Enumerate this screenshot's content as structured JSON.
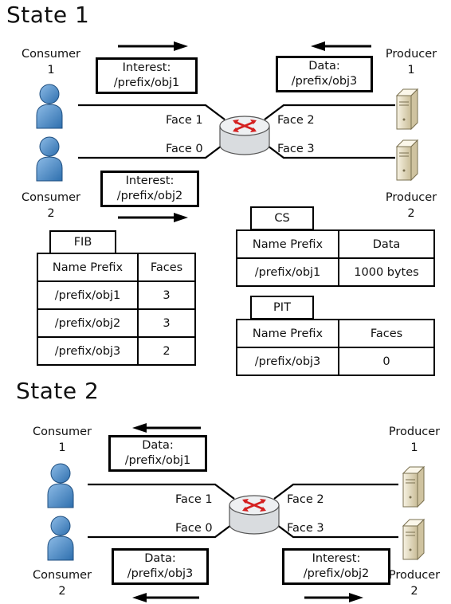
{
  "state1": {
    "title": "State 1",
    "consumer1": {
      "line1": "Consumer",
      "line2": "1"
    },
    "consumer2": {
      "line1": "Consumer",
      "line2": "2"
    },
    "producer1": {
      "line1": "Producer",
      "line2": "1"
    },
    "producer2": {
      "line1": "Producer",
      "line2": "2"
    },
    "faces": {
      "face1": "Face 1",
      "face0": "Face 0",
      "face2": "Face 2",
      "face3": "Face 3"
    },
    "msg_top_left": {
      "line1": "Interest:",
      "line2": "/prefix/obj1"
    },
    "msg_top_right": {
      "line1": "Data:",
      "line2": "/prefix/obj3"
    },
    "msg_bottom_left": {
      "line1": "Interest:",
      "line2": "/prefix/obj2"
    },
    "fib": {
      "name": "FIB",
      "headers": [
        "Name Prefix",
        "Faces"
      ],
      "rows": [
        [
          "/prefix/obj1",
          "3"
        ],
        [
          "/prefix/obj2",
          "3"
        ],
        [
          "/prefix/obj3",
          "2"
        ]
      ]
    },
    "cs": {
      "name": "CS",
      "headers": [
        "Name Prefix",
        "Data"
      ],
      "rows": [
        [
          "/prefix/obj1",
          "1000 bytes"
        ]
      ]
    },
    "pit": {
      "name": "PIT",
      "headers": [
        "Name Prefix",
        "Faces"
      ],
      "rows": [
        [
          "/prefix/obj3",
          "0"
        ]
      ]
    }
  },
  "state2": {
    "title": "State 2",
    "consumer1": {
      "line1": "Consumer",
      "line2": "1"
    },
    "consumer2": {
      "line1": "Consumer",
      "line2": "2"
    },
    "producer1": {
      "line1": "Producer",
      "line2": "1"
    },
    "producer2": {
      "line1": "Producer",
      "line2": "2"
    },
    "faces": {
      "face1": "Face 1",
      "face0": "Face 0",
      "face2": "Face 2",
      "face3": "Face 3"
    },
    "msg_top_left": {
      "line1": "Data:",
      "line2": "/prefix/obj1"
    },
    "msg_bottom_left": {
      "line1": "Data:",
      "line2": "/prefix/obj3"
    },
    "msg_bottom_right": {
      "line1": "Interest:",
      "line2": "/prefix/obj2"
    }
  },
  "colors": {
    "person": "#3a7fc1",
    "person_light": "#8dbbe6",
    "router": "#e8eaec",
    "server": "#efe7cf",
    "arrow": "#d42020"
  },
  "icons": {
    "consumer": "person-icon",
    "producer": "server-icon",
    "router": "router-icon"
  }
}
